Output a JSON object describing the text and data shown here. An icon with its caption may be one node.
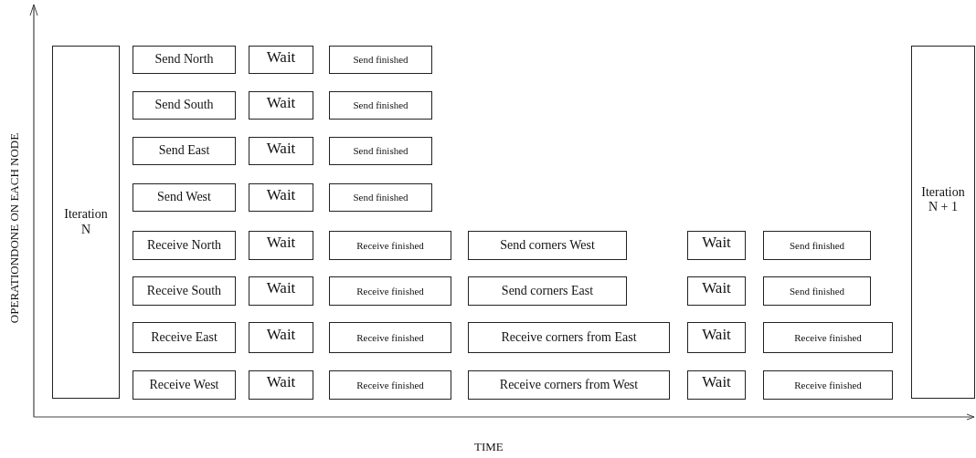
{
  "diagram": {
    "nodes": [
      {
        "text": [
          "Iteration N"
        ]
      },
      {
        "text": [
          "Send North"
        ]
      },
      {
        "text": [
          "Wait"
        ]
      },
      {
        "text": [
          "Send finished"
        ]
      },
      {
        "text": [
          "Send South"
        ]
      },
      {
        "text": [
          "Wait"
        ]
      },
      {
        "text": [
          "Send finished"
        ]
      },
      {
        "text": [
          "Send East"
        ]
      },
      {
        "text": [
          "Wait"
        ]
      },
      {
        "text": [
          "Send finished"
        ]
      },
      {
        "text": [
          "Send West"
        ]
      },
      {
        "text": [
          "Wait"
        ]
      },
      {
        "text": [
          "Send finished"
        ]
      },
      {
        "text": [
          "Receive North"
        ]
      },
      {
        "text": [
          "Wait"
        ]
      },
      {
        "text": [
          "Receive finished"
        ]
      },
      {
        "text": [
          "Send corners West"
        ]
      },
      {
        "text": [
          "Wait"
        ]
      },
      {
        "text": [
          "Send finished"
        ]
      },
      {
        "text": [
          "Receive South"
        ]
      },
      {
        "text": [
          "Wait"
        ]
      },
      {
        "text": [
          "Receive finished"
        ]
      },
      {
        "text": [
          "Send corners East"
        ]
      },
      {
        "text": [
          "Wait"
        ]
      },
      {
        "text": [
          "Send finished"
        ]
      },
      {
        "text": [
          "Receive East"
        ]
      },
      {
        "text": [
          "Wait"
        ]
      },
      {
        "text": [
          "Receive finished"
        ]
      },
      {
        "text": [
          "Receive corners from East"
        ]
      },
      {
        "text": [
          "Wait"
        ]
      },
      {
        "text": [
          "Receive finished"
        ]
      },
      {
        "text": [
          "Receive West"
        ]
      },
      {
        "text": [
          "Wait"
        ]
      },
      {
        "text": [
          "Receive finished"
        ]
      },
      {
        "text": [
          "Receive corners from West"
        ]
      },
      {
        "text": [
          "Wait"
        ]
      },
      {
        "text": [
          "Receive finished"
        ]
      },
      {
        "text": [
          "Iteration N + 1"
        ]
      }
    ],
    "edges": [],
    "labels": [
      "OPERATIONDONE ON EACH NODE",
      "TIME"
    ]
  }
}
